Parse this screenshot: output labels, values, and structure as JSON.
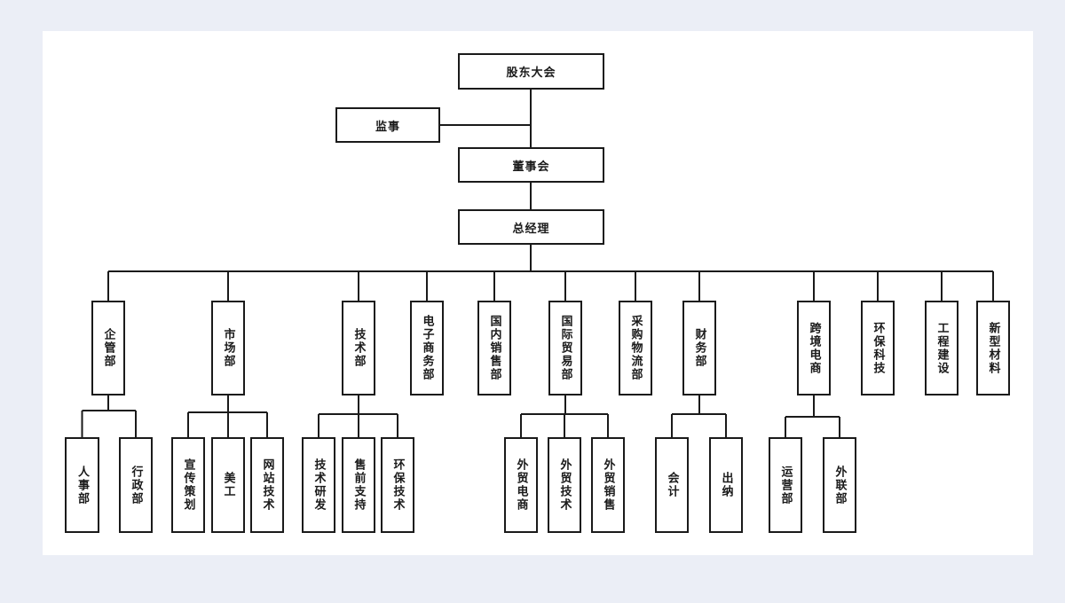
{
  "title": "公司组织架构图",
  "colors": {
    "background": "#ebeef6",
    "panel": "#ffffff",
    "line": "#1a1a1a"
  },
  "top": {
    "shareholders": "股东大会",
    "supervisor": "监事",
    "board": "董事会",
    "gm": "总经理"
  },
  "departments": [
    {
      "label": "企管部",
      "children": [
        "人事部",
        "行政部"
      ]
    },
    {
      "label": "市场部",
      "children": [
        "宣传策划",
        "美工",
        "网站技术"
      ]
    },
    {
      "label": "技术部",
      "children": [
        "技术研发",
        "售前支持",
        "环保技术"
      ]
    },
    {
      "label": "电子商务部",
      "children": []
    },
    {
      "label": "国内销售部",
      "children": []
    },
    {
      "label": "国际贸易部",
      "children": [
        "外贸电商",
        "外贸技术",
        "外贸销售"
      ]
    },
    {
      "label": "采购物流部",
      "children": []
    },
    {
      "label": "财务部",
      "children": [
        "会计",
        "出纳"
      ]
    },
    {
      "label": "跨境电商",
      "children": [
        "运营部",
        "外联部"
      ]
    },
    {
      "label": "环保科技",
      "children": []
    },
    {
      "label": "工程建设",
      "children": []
    },
    {
      "label": "新型材料",
      "children": []
    }
  ]
}
